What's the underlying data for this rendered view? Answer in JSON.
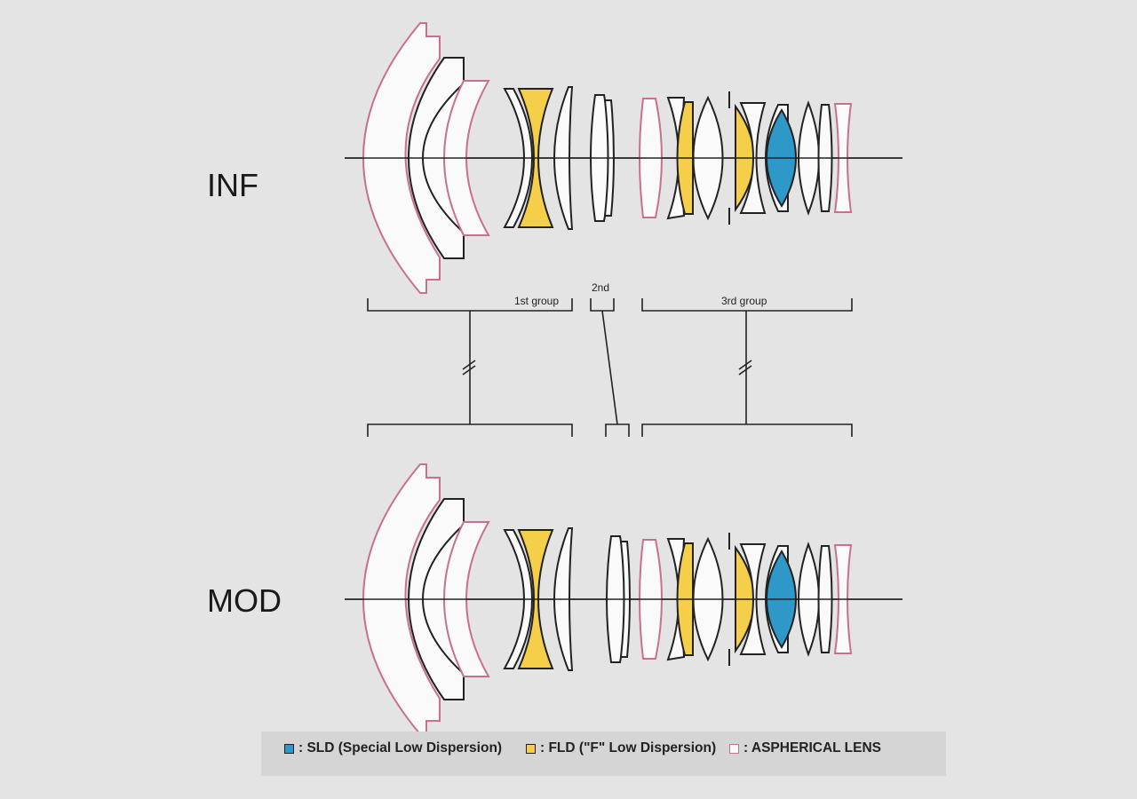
{
  "states": {
    "inf": "INF",
    "mod": "MOD"
  },
  "groups": {
    "first": "1st group",
    "second": "2nd",
    "third": "3rd group"
  },
  "legend": {
    "sld": {
      "label": ": SLD (Special Low Dispersion)",
      "color": "#2e99c9"
    },
    "fld": {
      "label": ": FLD (\"F\" Low Dispersion)",
      "color": "#f5cf4a"
    },
    "asph": {
      "label": ": ASPHERICAL LENS",
      "color": "#c9708f"
    }
  },
  "colors": {
    "background": "#e4e4e4",
    "lens_fill": "#fafafa",
    "lens_stroke": "#222222",
    "asph_stroke": "#c9708f",
    "fld_fill": "#f5cf4a",
    "sld_fill": "#2e99c9"
  }
}
